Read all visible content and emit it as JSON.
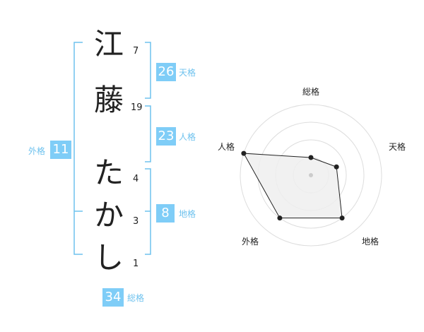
{
  "name": {
    "characters": [
      {
        "char": "江",
        "strokes": "7"
      },
      {
        "char": "藤",
        "strokes": "19"
      },
      {
        "char": "た",
        "strokes": "4"
      },
      {
        "char": "か",
        "strokes": "3"
      },
      {
        "char": "し",
        "strokes": "1"
      }
    ]
  },
  "fortunes": {
    "tenkaku": {
      "value": "26",
      "label": "天格"
    },
    "jinkaku": {
      "value": "23",
      "label": "人格"
    },
    "chikaku": {
      "value": "8",
      "label": "地格"
    },
    "gaikaku": {
      "value": "11",
      "label": "外格"
    },
    "soukaku": {
      "value": "34",
      "label": "総格"
    }
  },
  "colors": {
    "accent": "#7fcdf7",
    "bracket": "#6ec2ee",
    "text": "#222222",
    "grid": "#dddddd",
    "fill": "#eeeeee"
  },
  "chart_data": {
    "type": "radar",
    "axes": [
      "総格",
      "天格",
      "地格",
      "外格",
      "人格"
    ],
    "values": [
      0.25,
      0.38,
      0.75,
      0.75,
      1.0
    ],
    "range": [
      0,
      1
    ],
    "rings": 4
  }
}
